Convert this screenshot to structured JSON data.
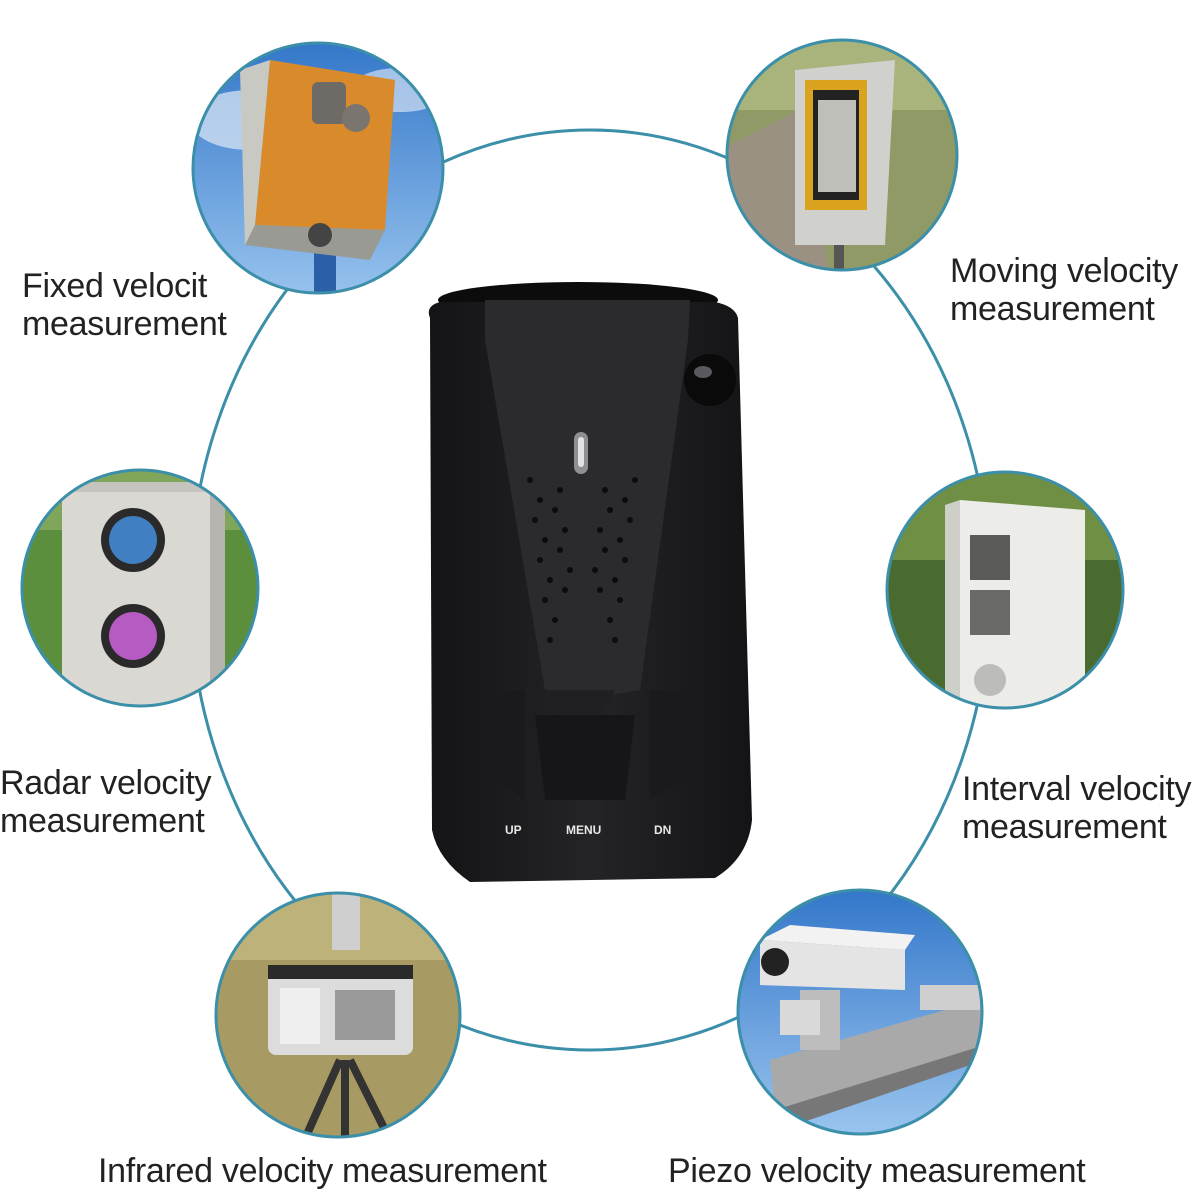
{
  "labels": {
    "fixed": {
      "line1": "Fixed velocit",
      "line2": "measurement"
    },
    "moving": {
      "line1": "Moving velocity",
      "line2": "measurement"
    },
    "radar": {
      "line1": "Radar velocity",
      "line2": "measurement"
    },
    "interval": {
      "line1": "Interval velocity",
      "line2": "measurement"
    },
    "infrared": "Infrared velocity measurement",
    "piezo": "Piezo velocity measurement"
  },
  "device": {
    "buttons": {
      "up": "UP",
      "menu": "MENU",
      "dn": "DN"
    }
  },
  "colors": {
    "ring": "#3c8fa8",
    "device_body": "#1c1c1e",
    "sky": "#4f8fd6",
    "grass": "#8a9a58"
  },
  "icons": [
    "fixed-speed-camera-icon",
    "moving-speed-camera-icon",
    "radar-camera-icon",
    "interval-camera-icon",
    "infrared-camera-icon",
    "piezo-camera-icon",
    "radar-detector-device"
  ]
}
